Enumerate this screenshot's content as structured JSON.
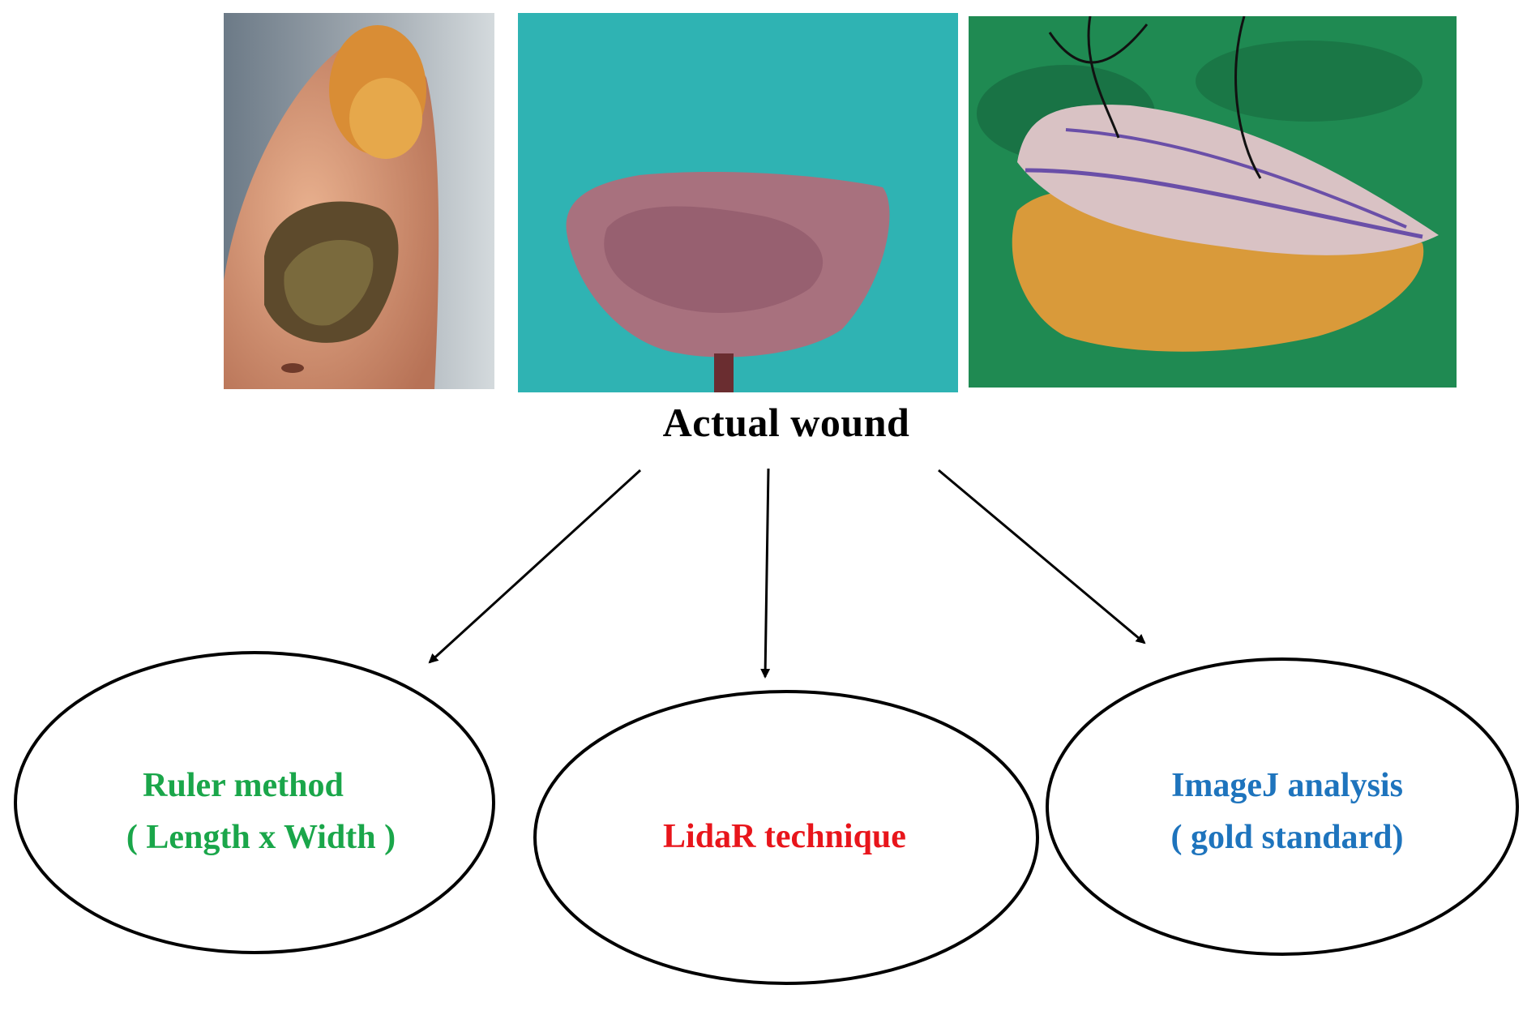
{
  "title": "Actual wound",
  "photos": [
    {
      "name": "foot-wound-photo"
    },
    {
      "name": "excised-skin-flap-photo"
    },
    {
      "name": "tissue-specimen-photo"
    }
  ],
  "methods": [
    {
      "id": "ruler",
      "lines": [
        "Ruler method",
        "( Length x Width )"
      ],
      "color": "#1aa64a"
    },
    {
      "id": "lidar",
      "lines": [
        "LidaR technique"
      ],
      "color": "#e8151b"
    },
    {
      "id": "imagej",
      "lines": [
        "ImageJ analysis",
        "( gold standard)"
      ],
      "color": "#1e74bd"
    }
  ]
}
